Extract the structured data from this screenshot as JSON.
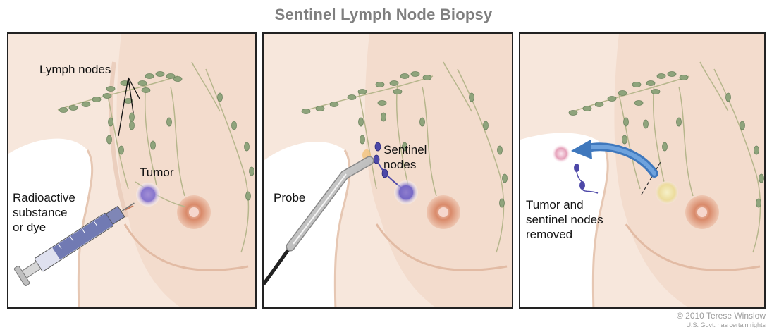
{
  "title": "Sentinel Lymph Node Biopsy",
  "panels": [
    {
      "labels": {
        "lymph_nodes": "Lymph nodes",
        "tumor": "Tumor",
        "radioactive": [
          "Radioactive",
          "substance",
          "or dye"
        ]
      }
    },
    {
      "labels": {
        "sentinel": [
          "Sentinel",
          "nodes"
        ],
        "probe": "Probe"
      }
    },
    {
      "labels": {
        "removed": [
          "Tumor and",
          "sentinel nodes",
          "removed"
        ]
      }
    }
  ],
  "credit": {
    "line1": "© 2010 Terese Winslow",
    "line2": "U.S. Govt. has certain rights"
  },
  "colors": {
    "skin": "#f7e7dc",
    "skin_shadow": "#e8c6b0",
    "lymph_node": "#8fa47c",
    "vessel": "#b7b88e",
    "tumor": "#7e71c4",
    "sentinel_node": "#4d48a8",
    "arrow": "#4a86c8",
    "probe": "#b8b8b8",
    "syringe": "#5e67a8"
  }
}
